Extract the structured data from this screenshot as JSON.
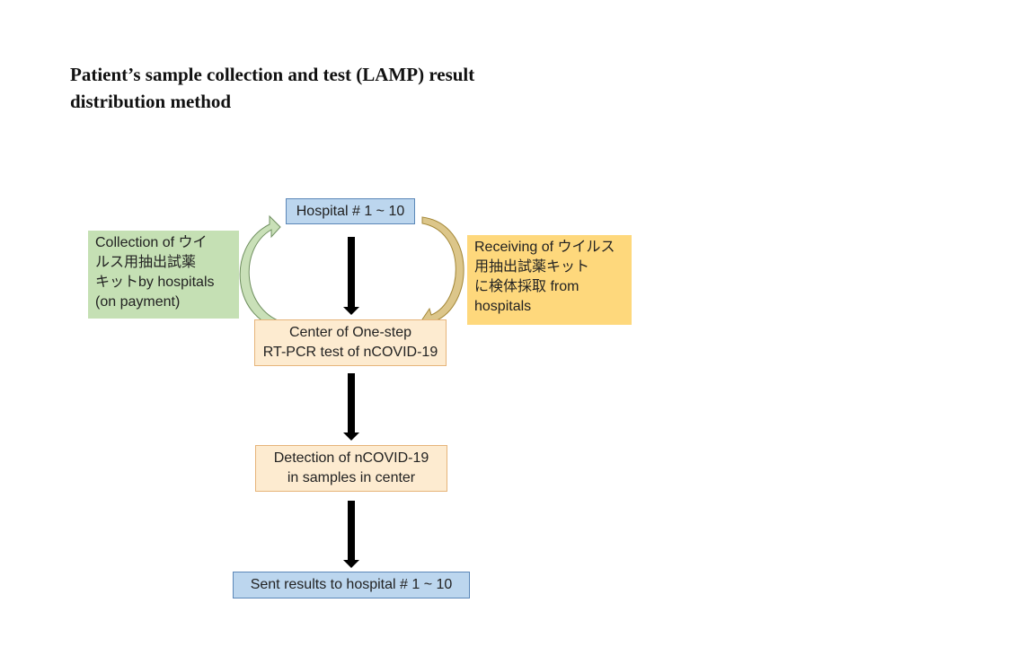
{
  "title": {
    "line1": "Patient’s sample collection and test (LAMP) result",
    "line2": "distribution method"
  },
  "nodes": {
    "hospital": "Hospital # 1 ~ 10",
    "center": {
      "line1": "Center of One-step",
      "line2": "RT-PCR test of nCOVID-19"
    },
    "detection": {
      "line1": "Detection of nCOVID-19",
      "line2": "in samples in center"
    },
    "results": "Sent results to hospital # 1 ~ 10"
  },
  "side_notes": {
    "collection": {
      "line1": "Collection of ウイ",
      "line2": "ルス用抽出試薬",
      "line3": "キットby hospitals",
      "line4": "(on payment)"
    },
    "receiving": {
      "line1": "Receiving of ウイルス",
      "line2": "用抽出試薬キット",
      "line3": "に検体採取 from",
      "line4": "hospitals"
    }
  },
  "colors": {
    "blue_fill": "#bcd6ee",
    "peach_fill": "#fdebd0",
    "green_fill": "#c5e0b4",
    "yellow_fill": "#fed87c",
    "green_arrow": "#c9e0b8",
    "yellow_arrow": "#dcc68a",
    "black_arrow": "#000000"
  }
}
